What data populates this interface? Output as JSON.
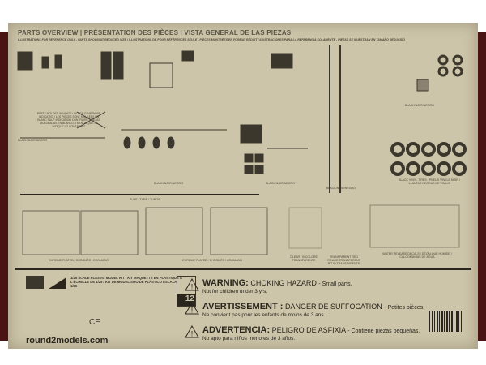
{
  "header": {
    "title": "PARTS OVERVIEW | PRÉSENTATION DES PIÈCES | VISTA GENERAL DE LAS PIEZAS",
    "subtitle": "ILLUSTRATIONS FOR REFERENCE ONLY - PARTS SHOWN AT REDUCED SIZE / ILLUSTRATIONS DE POUR RÉFÉRENCES SEULE - PIÈCES MONTRÉES EN FORMAT RÉDUIT / ILUSTRACIONES PARA LA REFERENCIA SOLAMENTE - PIEZAS SE MUESTRAN EN TAMAÑO REDUCIDO"
  },
  "notes": {
    "molded_white": "PARTS MOLDED IN WHITE UNLESS OTHERWISE INDICATED / LES PIÈCES SONT MOULÉES EN BLANC SAUF INDICATION CONTRAIRE / PIEZAS MOLDEADAS EN BLANCO A MENOS QUE SE INDIQUE LO CONTRARIO"
  },
  "labels": {
    "black_1": "BLACK/NOIR/NEGRO",
    "black_2": "BLACK/NOIR/NEGRO",
    "black_3": "BLACK/NOIR/NEGRO",
    "black_4": "BLACK/NOIR/NEGRO",
    "black_5": "BLACK/NOIR/NEGRO",
    "tires": "BLACK VINYL TIRES / PNEUS VINYLE NOIR / LLANTAS NEGRAS DE VINILO",
    "tube": "TUBE / TUBE / TUBOS",
    "chrome_1": "CHROME PLATED / CHROMÉS / CROMADO",
    "chrome_2": "CHROME PLATED / CHROMÉS / CROMADO",
    "clear": "CLEAR / INCOLORE TRANSPARENTE",
    "red_clear": "TRANSPARENT RED ROUGE TRANSPARENT ROJO TRANSPARENTE",
    "decals": "WATER RELEASE DECALS / DÉCALQUE HUMIDE / CALCOMANÍAS DE AGUA"
  },
  "kit": {
    "scale_text": "1/25 SCALE PLASTIC MODEL KIT / KIT MAQUETTE EN PLASTIQUE À L'ÉCHELLE DE 1/25 / KIT DE MODELISMO DE PLÁSTICO ESCALA 1/25",
    "age": "12",
    "website": "round2models.com",
    "ce_mark": "CE"
  },
  "warnings": [
    {
      "head": "WARNING:",
      "hazard": "CHOKING HAZARD",
      "detail": "- Small parts.",
      "line2": "Not for children under 3 yrs."
    },
    {
      "head": "AVERTISSEMENT :",
      "hazard": "DANGER DE SUFFOCATION",
      "detail": "- Petites pièces.",
      "line2": "Ne convient pas pour les enfants de moins de 3 ans."
    },
    {
      "head": "ADVERTENCIA:",
      "hazard": "PELIGRO DE ASFIXIA",
      "detail": "- Contiene piezas pequeñas.",
      "line2": "No apto para niños menores de 3 años."
    }
  ],
  "colors": {
    "box": "#cdc5a9",
    "ink": "#2a261e",
    "edge": "#4a1414"
  }
}
